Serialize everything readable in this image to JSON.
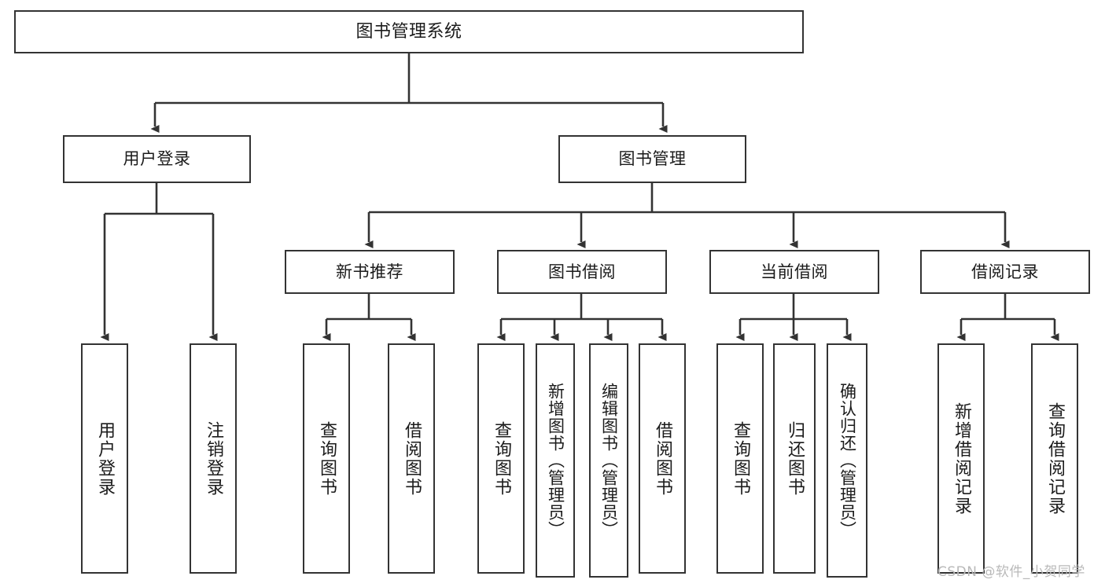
{
  "diagram": {
    "title": "图书管理系统",
    "type": "tree-hierarchy-diagram",
    "watermark": "CSDN @软件_小贺同学",
    "colors": {
      "box_border": "#333333",
      "box_fill": "#ffffff",
      "connector": "#333333",
      "text": "#1b1b1b",
      "watermark": "#b9b9b9"
    },
    "nodes": {
      "root": {
        "label": "图书管理系统"
      },
      "level2": [
        {
          "id": "user-login",
          "label": "用户登录"
        },
        {
          "id": "book-management",
          "label": "图书管理"
        }
      ],
      "level3": [
        {
          "id": "new-book-recommend",
          "label": "新书推荐"
        },
        {
          "id": "book-borrow",
          "label": "图书借阅"
        },
        {
          "id": "current-borrow",
          "label": "当前借阅"
        },
        {
          "id": "borrow-record",
          "label": "借阅记录"
        }
      ],
      "leaves": {
        "user_login": [
          {
            "id": "leaf-user-login",
            "label": "用户登录"
          },
          {
            "id": "leaf-logout",
            "label": "注销登录"
          }
        ],
        "new_book_recommend": [
          {
            "id": "leaf-query-book-1",
            "label": "查询图书"
          },
          {
            "id": "leaf-borrow-book-1",
            "label": "借阅图书"
          }
        ],
        "book_borrow": [
          {
            "id": "leaf-query-book-2",
            "label": "查询图书"
          },
          {
            "id": "leaf-add-book",
            "label": "新增图书（管理员）"
          },
          {
            "id": "leaf-edit-book",
            "label": "编辑图书（管理员）"
          },
          {
            "id": "leaf-borrow-book-2",
            "label": "借阅图书"
          }
        ],
        "current_borrow": [
          {
            "id": "leaf-query-book-3",
            "label": "查询图书"
          },
          {
            "id": "leaf-return-book",
            "label": "归还图书"
          },
          {
            "id": "leaf-confirm-return",
            "label": "确认归还（管理员）"
          }
        ],
        "borrow_record": [
          {
            "id": "leaf-add-record",
            "label": "新增借阅记录"
          },
          {
            "id": "leaf-query-record",
            "label": "查询借阅记录"
          }
        ]
      }
    }
  }
}
